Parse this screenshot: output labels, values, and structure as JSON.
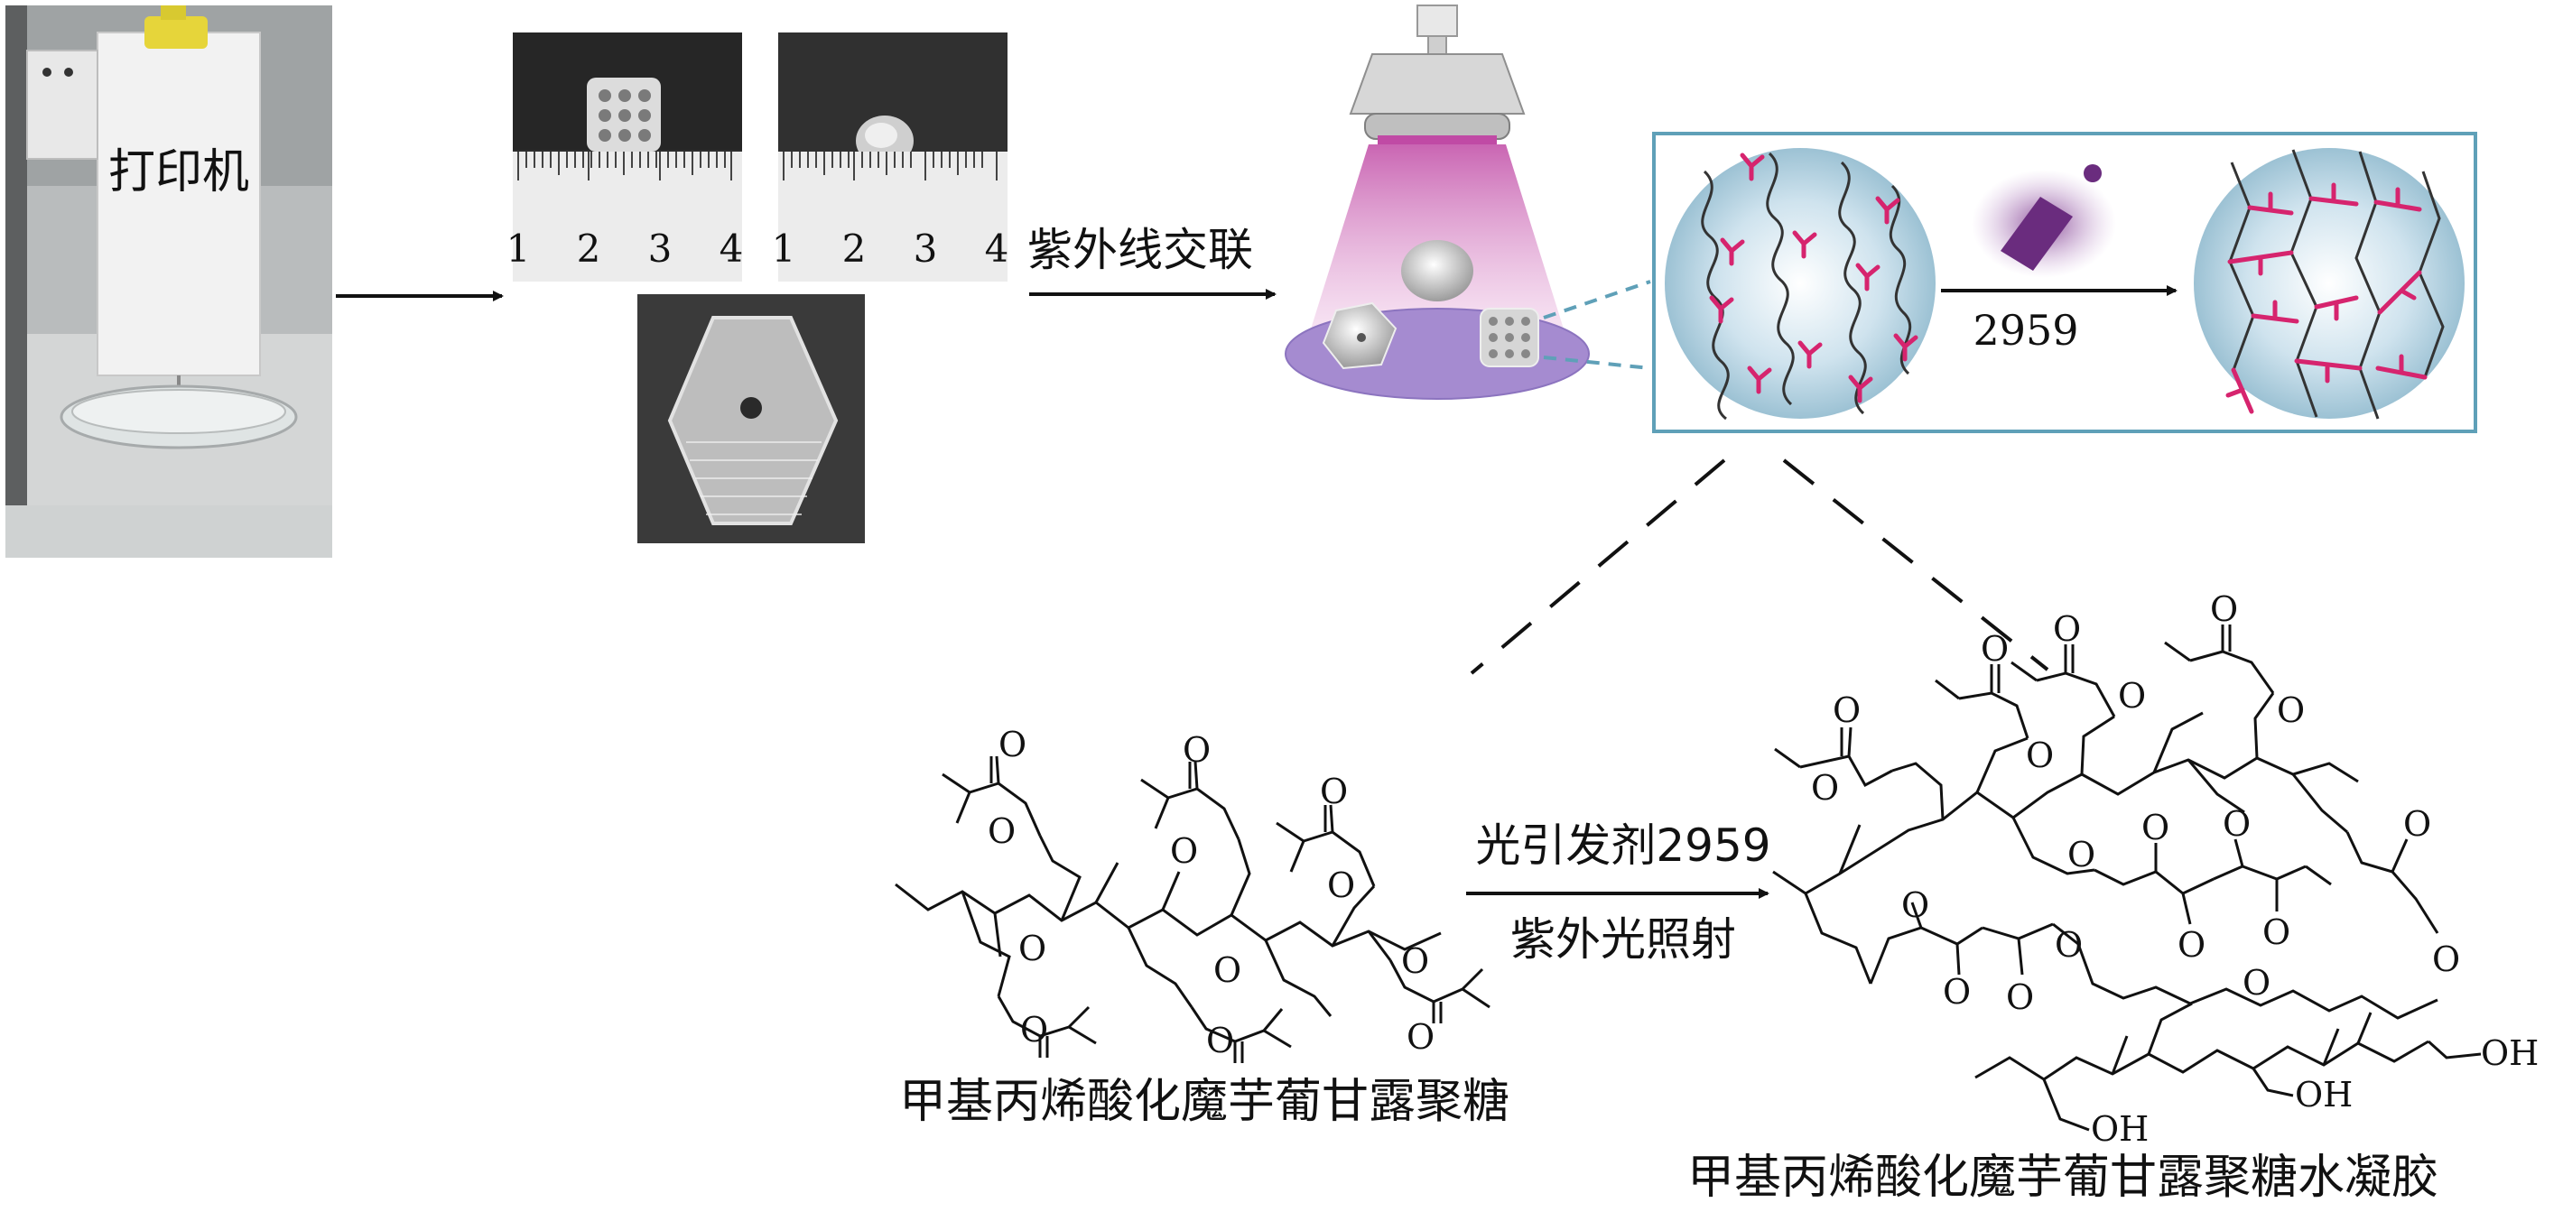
{
  "panels": {
    "printer": {
      "label": "打印机"
    },
    "ruler_left": {
      "ticks": [
        "1",
        "2",
        "3",
        "4"
      ]
    },
    "ruler_right": {
      "ticks": [
        "1",
        "2",
        "3",
        "4"
      ]
    },
    "step_crosslink": {
      "label": "紫外线交联"
    },
    "molecular": {
      "initiator": "2959"
    }
  },
  "reaction": {
    "conditions_top": "光引发剂2959",
    "conditions_bottom": "紫外光照射",
    "reactant_name": "甲基丙烯酸化魔芋葡甘露聚糖",
    "product_name": "甲基丙烯酸化魔芋葡甘露聚糖水凝胶",
    "atoms": {
      "oxygen": "O",
      "hydroxyl": "OH"
    }
  },
  "colors": {
    "crosslinker": "#d6246e",
    "uv_beam": "#d77fc6",
    "frame": "#5fa0b8",
    "lamp_glow": "#7d3a8c"
  }
}
